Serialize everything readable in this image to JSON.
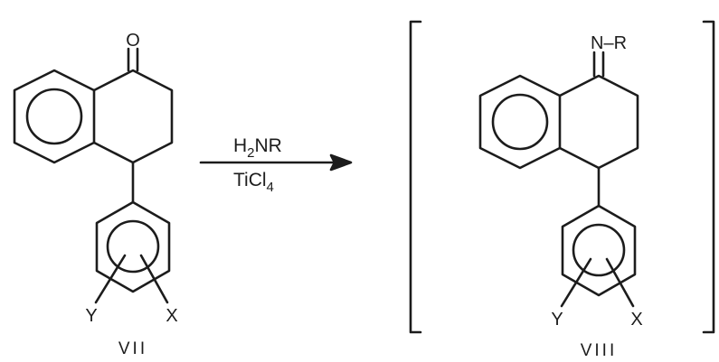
{
  "reactant": {
    "oxygen": "O",
    "sub_y": "Y",
    "sub_x": "X",
    "id": "VII"
  },
  "reagents": {
    "amine_h": "H",
    "amine_sub": "2",
    "amine_rest": "NR",
    "catalyst_main": "TiCl",
    "catalyst_sub": "4"
  },
  "product": {
    "imine": "N–R",
    "sub_y": "Y",
    "sub_x": "X",
    "id": "VIII"
  }
}
